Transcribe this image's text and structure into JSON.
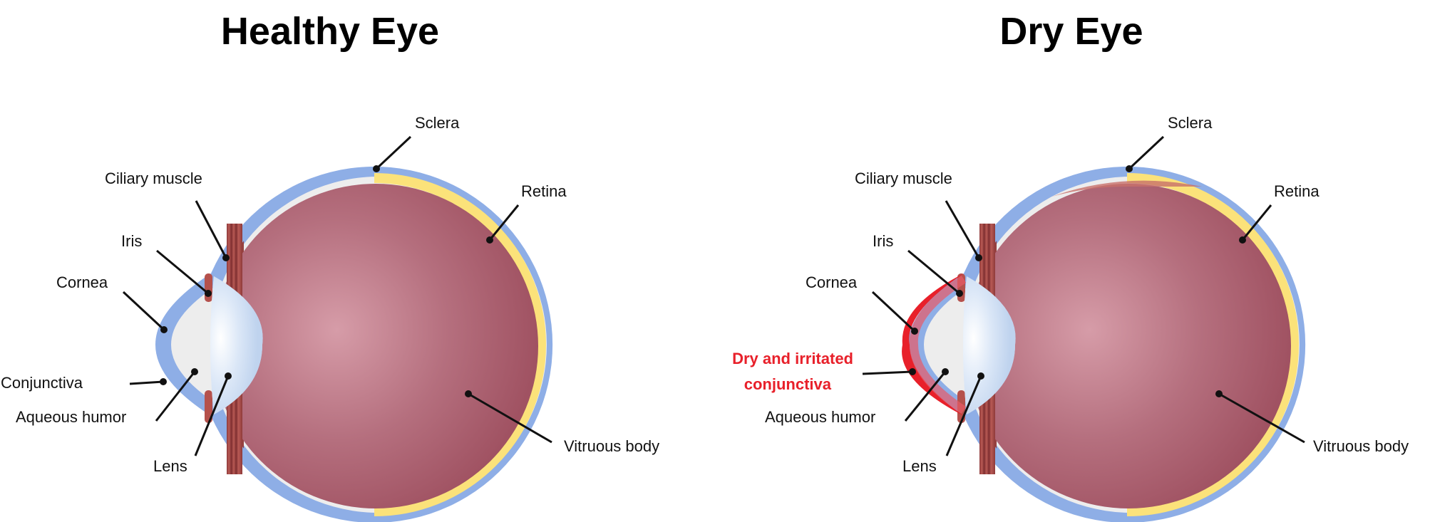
{
  "healthy": {
    "title": "Healthy Eye",
    "labels": {
      "sclera": "Sclera",
      "ciliary_muscle": "Ciliary muscle",
      "retina": "Retina",
      "iris": "Iris",
      "cornea": "Cornea",
      "conjunctiva": "Conjunctiva",
      "aqueous_humor": "Aqueous humor",
      "lens": "Lens",
      "vitreous_body": "Vitruous body"
    }
  },
  "dry": {
    "title": "Dry Eye",
    "labels": {
      "sclera": "Sclera",
      "ciliary_muscle": "Ciliary muscle",
      "retina": "Retina",
      "iris": "Iris",
      "cornea": "Cornea",
      "conjunctiva_line1": "Dry and irritated",
      "conjunctiva_line2": "conjunctiva",
      "aqueous_humor": "Aqueous humor",
      "lens": "Lens",
      "vitreous_body": "Vitruous body"
    }
  },
  "colors": {
    "sclera": "#8eaee6",
    "retina": "#fbe27a",
    "vitreous": "#a05262",
    "irritation": "#e8202a"
  }
}
